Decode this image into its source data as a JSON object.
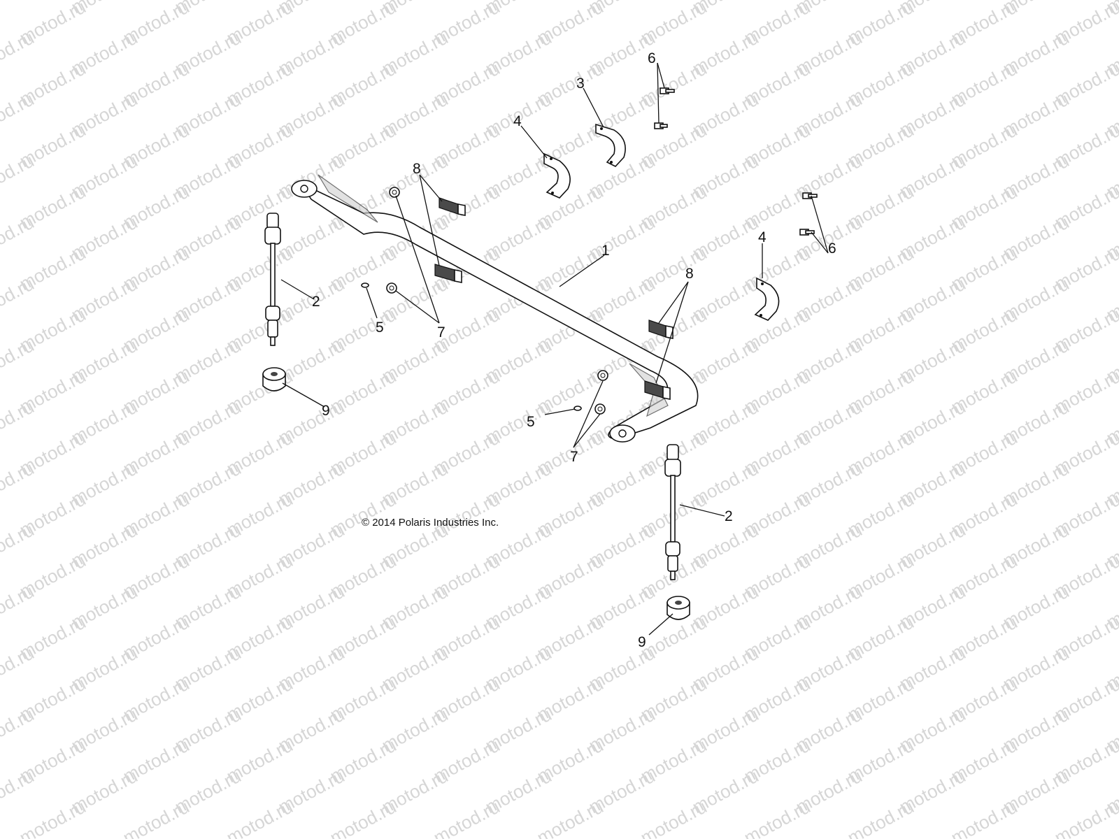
{
  "watermark": {
    "text": "motod.ru"
  },
  "copyright": "© 2014 Polaris Industries Inc.",
  "callouts": {
    "c1": "1",
    "c2a": "2",
    "c2b": "2",
    "c3": "3",
    "c4a": "4",
    "c4b": "4",
    "c5a": "5",
    "c5b": "5",
    "c6a": "6",
    "c6b": "6",
    "c7a": "7",
    "c7b": "7",
    "c8a": "8",
    "c8b": "8",
    "c9a": "9",
    "c9b": "9"
  },
  "colors": {
    "line": "#111111",
    "watermark": "#d6d6d6",
    "background": "#ffffff"
  }
}
